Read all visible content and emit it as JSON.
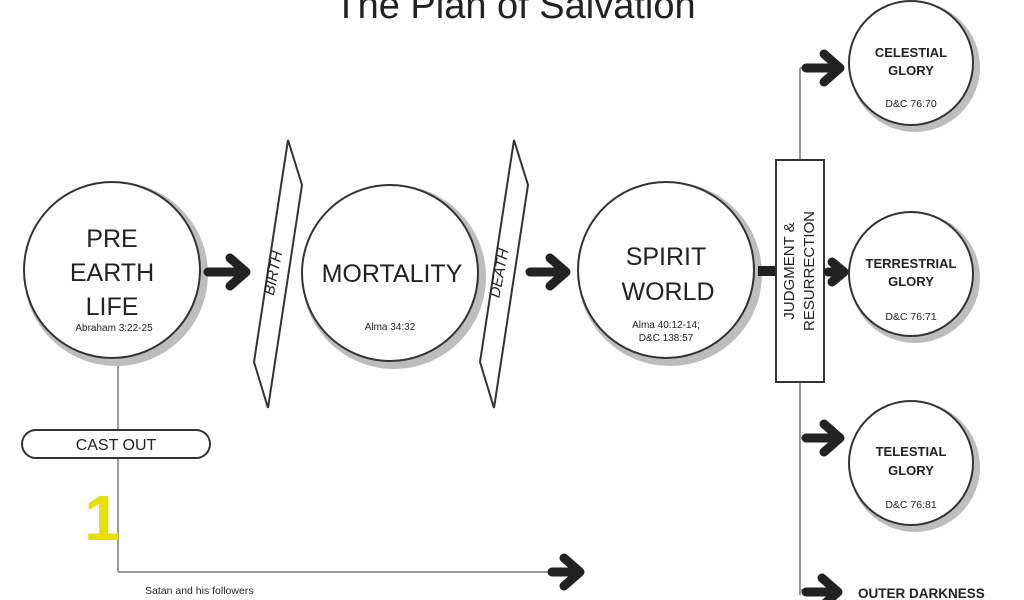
{
  "title": "The Plan of Salvation",
  "pre_earth": {
    "lines": [
      "PRE",
      "EARTH",
      "LIFE"
    ],
    "ref": "Abraham 3:22-25"
  },
  "birth": "BIRTH",
  "mortality": {
    "label": "MORTALITY",
    "ref": "Alma 34:32"
  },
  "death": "DEATH",
  "spirit_world": {
    "lines": [
      "SPIRIT",
      "WORLD"
    ],
    "ref_lines": [
      "Alma 40:12-14;",
      "D&C 138:57"
    ]
  },
  "judgment": [
    "JUDGMENT &",
    "RESURRECTION"
  ],
  "celestial": {
    "lines": [
      "CELESTIAL",
      "GLORY"
    ],
    "ref": "D&C 76:70"
  },
  "terrestrial": {
    "lines": [
      "TERRESTRIAL",
      "GLORY"
    ],
    "ref": "D&C 76:71"
  },
  "telestial": {
    "lines": [
      "TELESTIAL",
      "GLORY"
    ],
    "ref": "D&C 76:81"
  },
  "outer_darkness": "OUTER DARKNESS",
  "cast_out": "CAST OUT",
  "satan_note": "Satan and his followers",
  "marker_number": "1",
  "colors": {
    "marker": "#e8e000",
    "line": "#9a9a9a",
    "stroke": "#333333"
  }
}
